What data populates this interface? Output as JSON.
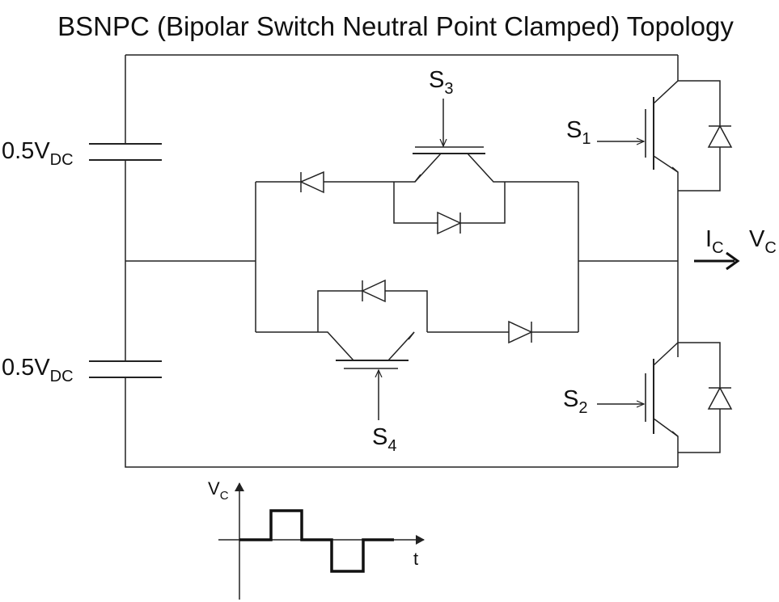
{
  "title": "BSNPC (Bipolar Switch Neutral Point Clamped) Topology",
  "capacitors": [
    {
      "label_main": "0.5V",
      "label_sub": "DC"
    },
    {
      "label_main": "0.5V",
      "label_sub": "DC"
    }
  ],
  "switches": {
    "s1": {
      "main": "S",
      "sub": "1"
    },
    "s2": {
      "main": "S",
      "sub": "2"
    },
    "s3": {
      "main": "S",
      "sub": "3"
    },
    "s4": {
      "main": "S",
      "sub": "4"
    }
  },
  "output": {
    "current_main": "I",
    "current_sub": "C",
    "voltage_main": "V",
    "voltage_sub": "C"
  },
  "waveform": {
    "ylabel_main": "V",
    "ylabel_sub": "C",
    "xlabel": "t"
  }
}
